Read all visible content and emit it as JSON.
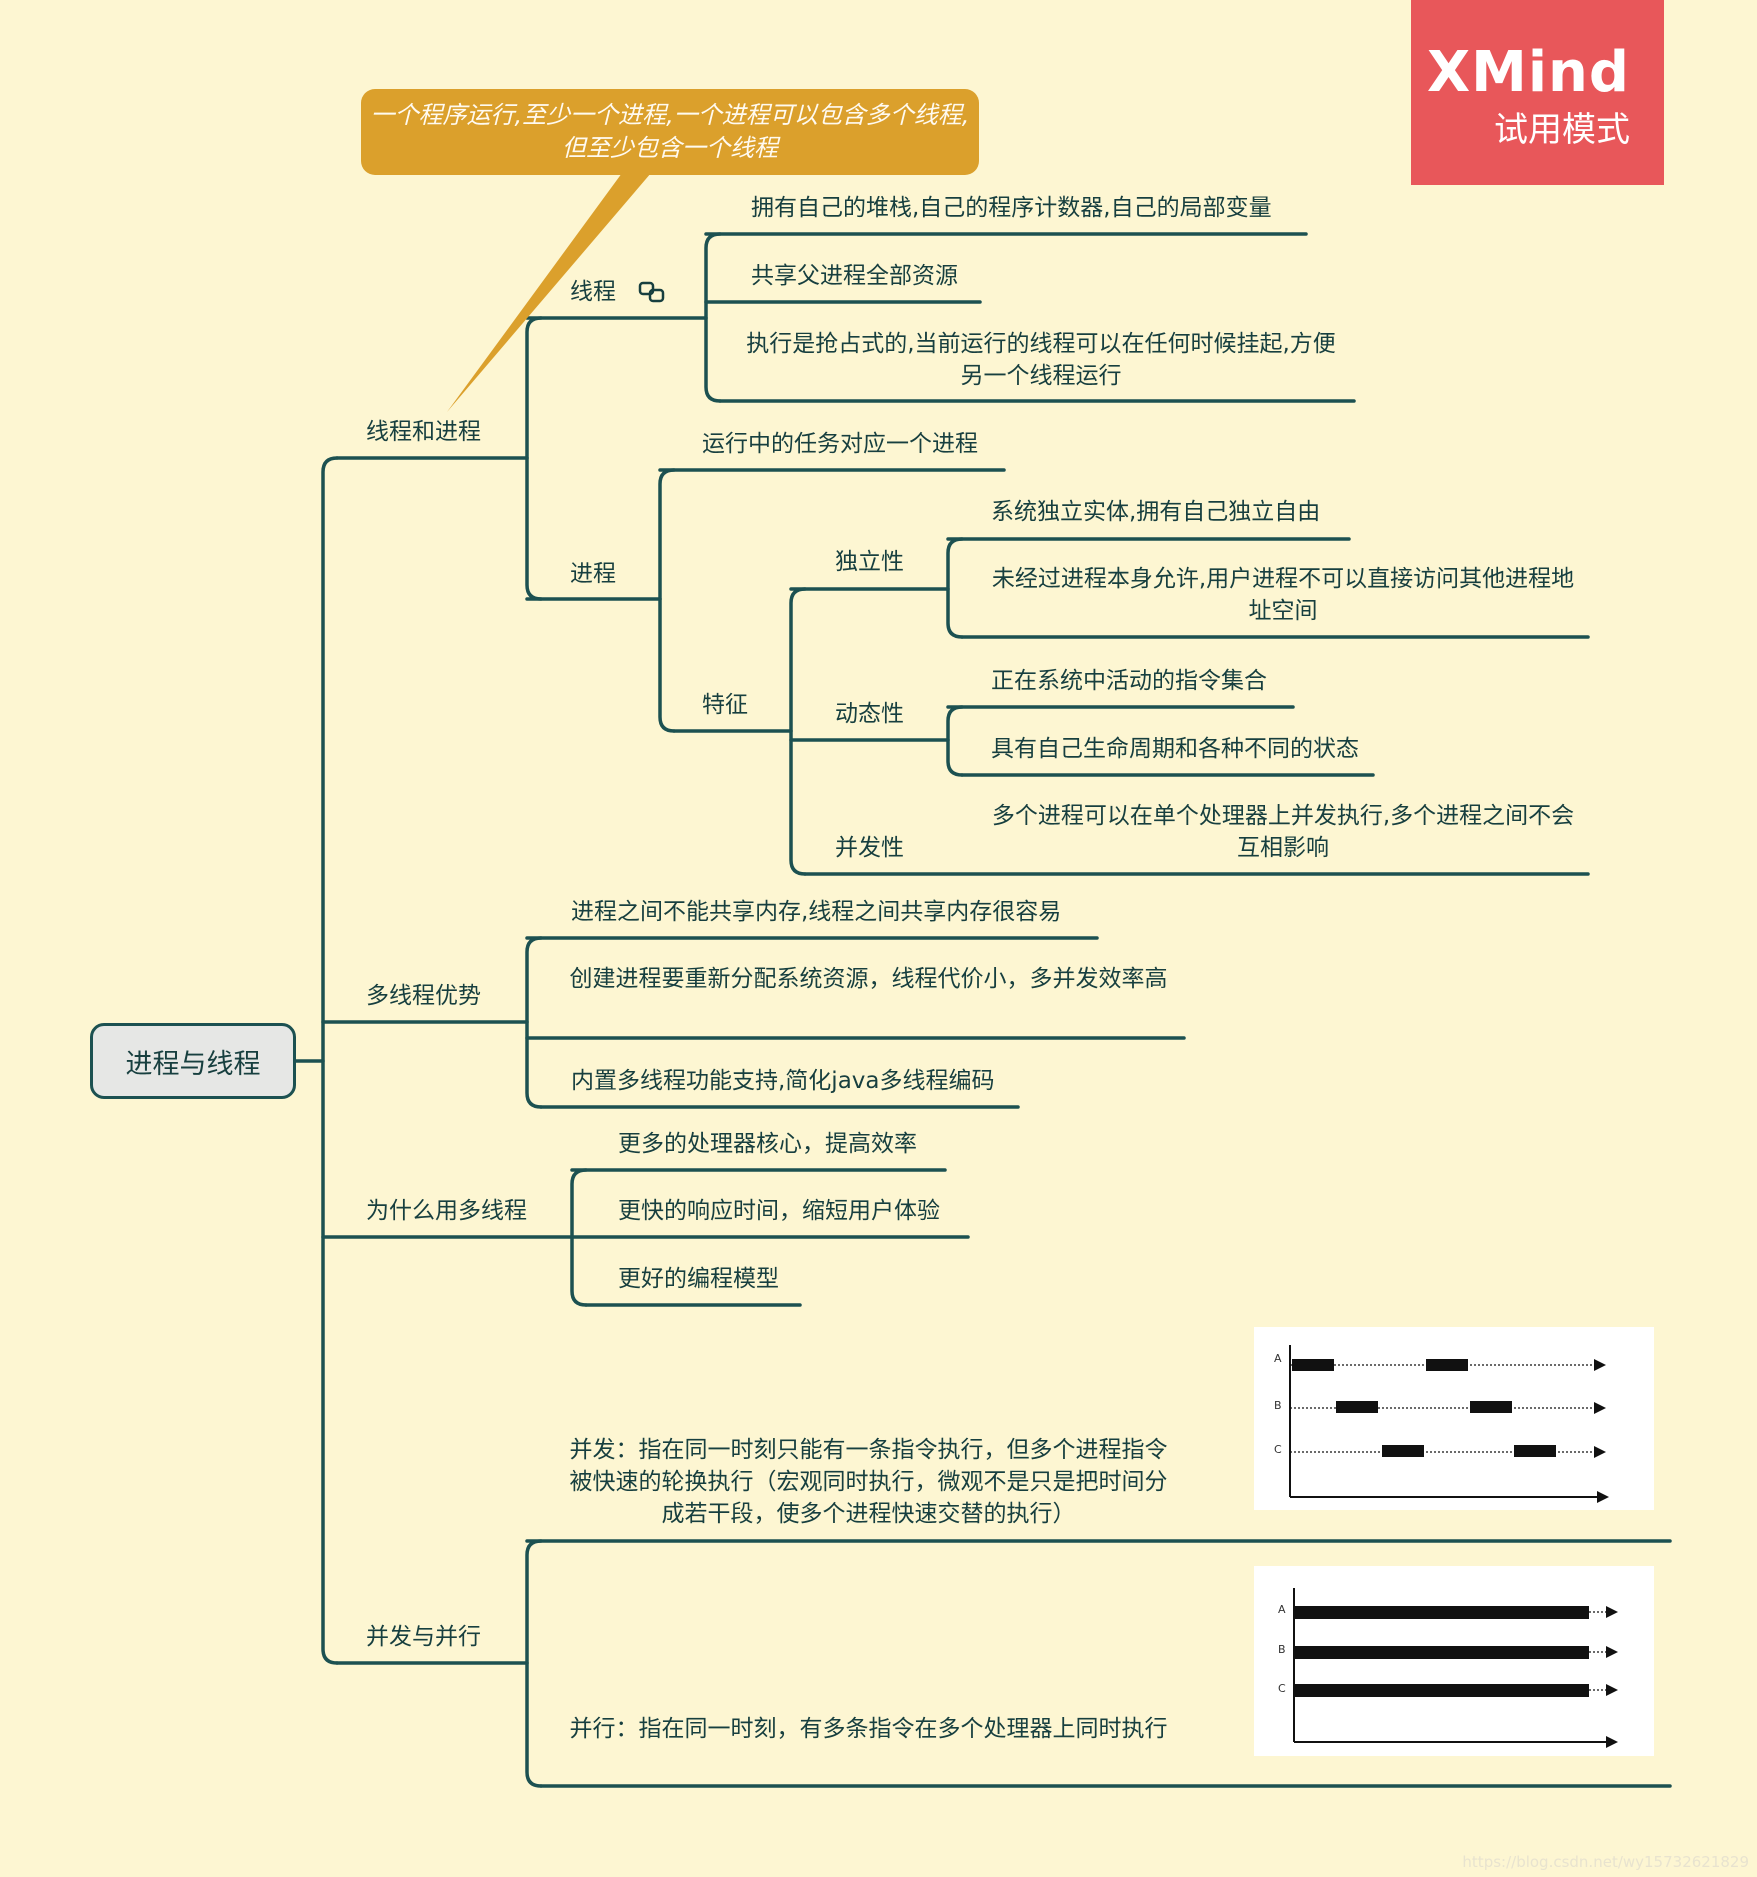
{
  "branding": {
    "name": "XMind",
    "mode": "试用模式"
  },
  "callout": "一个程序运行,至少一个进程,一个进程可以包含多个线程,但至少包含一个线程",
  "root": "进程与线程",
  "topics": {
    "thread_process": {
      "label": "线程和进程",
      "thread": {
        "label": "线程",
        "icon": "link-icon",
        "items": [
          "拥有自己的堆栈,自己的程序计数器,自己的局部变量",
          "共享父进程全部资源",
          "执行是抢占式的,当前运行的线程可以在任何时候挂起,方便另一个线程运行"
        ]
      },
      "process": {
        "label": "进程",
        "task": "运行中的任务对应一个进程",
        "features": {
          "label": "特征",
          "independence": {
            "label": "独立性",
            "items": [
              "系统独立实体,拥有自己独立自由",
              "未经过进程本身允许,用户进程不可以直接访问其他进程地址空间"
            ]
          },
          "dynamic": {
            "label": "动态性",
            "items": [
              "正在系统中活动的指令集合",
              "具有自己生命周期和各种不同的状态"
            ]
          },
          "concurrency": {
            "label": "并发性",
            "items": [
              "多个进程可以在单个处理器上并发执行,多个进程之间不会互相影响"
            ]
          }
        }
      }
    },
    "advantages": {
      "label": "多线程优势",
      "items": [
        "进程之间不能共享内存,线程之间共享内存很容易",
        "创建进程要重新分配系统资源，线程代价小，多并发效率高",
        "内置多线程功能支持,简化java多线程编码"
      ]
    },
    "why": {
      "label": "为什么用多线程",
      "items": [
        "更多的处理器核心，提高效率",
        "更快的响应时间，缩短用户体验",
        "更好的编程模型"
      ]
    },
    "concurrency_parallel": {
      "label": "并发与并行",
      "concurrent": "并发：指在同一时刻只能有一条指令执行，但多个进程指令被快速的轮换执行（宏观同时执行，微观不是只是把时间分成若干段，使多个进程快速交替的执行）",
      "parallel": "并行：指在同一时刻，有多条指令在多个处理器上同时执行"
    }
  },
  "diagrams": {
    "concurrent": {
      "rows": [
        "A",
        "B",
        "C"
      ]
    },
    "parallel": {
      "rows": [
        "A",
        "B",
        "C"
      ]
    }
  },
  "watermark": "https://blog.csdn.net/wy15732621829",
  "colors": {
    "background": "#fdf6d2",
    "line": "#1c5151",
    "callout": "#dba02c",
    "badge": "#e8575a",
    "root_fill": "#e6e7e5"
  }
}
